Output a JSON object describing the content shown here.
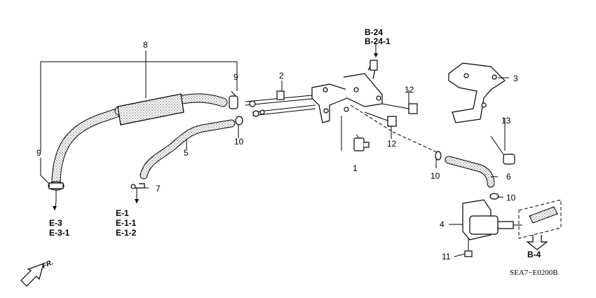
{
  "labels": {
    "p1": "1",
    "p2": "2",
    "p3": "3",
    "p4": "4",
    "p5": "5",
    "p6": "6",
    "p7": "7",
    "p8": "8",
    "p9a": "9",
    "p9b": "9",
    "p10a": "10",
    "p10b": "10",
    "p10c": "10",
    "p11": "11",
    "p12a": "12",
    "p12b": "12",
    "p13": "13"
  },
  "refs": {
    "b24": "B-24",
    "b24_1": "B-24-1",
    "e3": "E-3",
    "e3_1": "E-3-1",
    "e1": "E-1",
    "e1_1": "E-1-1",
    "e1_2": "E-1-2",
    "b4": "B-4"
  },
  "direction": "FR.",
  "diagram_code": "SEA7−E0200B"
}
